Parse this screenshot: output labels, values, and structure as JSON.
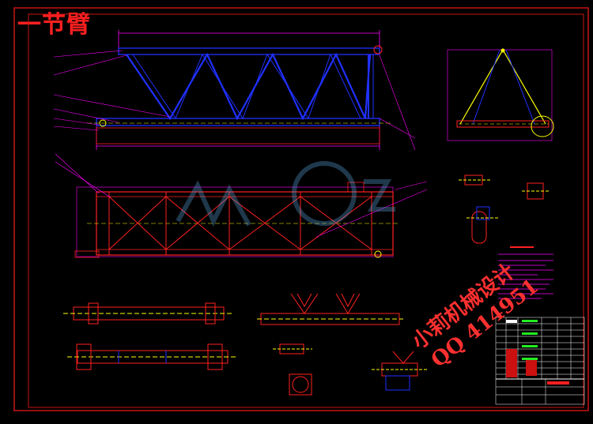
{
  "drawing_title": "一节臂",
  "watermark": {
    "line1": "小莉机械设计",
    "line2": "QQ 414951"
  },
  "colors": {
    "background": "#000000",
    "frame": "#c81414",
    "truss": "#2030ff",
    "outline": "#ff2020",
    "dimension": "#ff00ff",
    "centerline": "#ffff00",
    "notes": "#ff00ff"
  }
}
